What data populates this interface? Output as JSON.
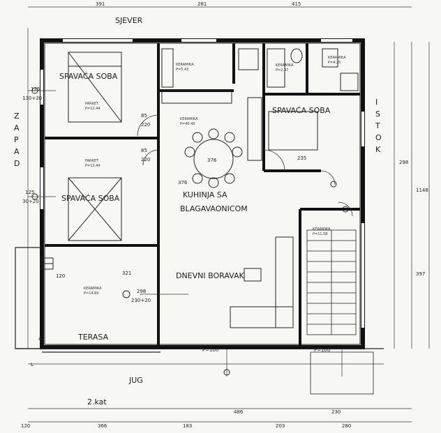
{
  "rooms": {
    "bedroom_1": "SPAVAĆA SOBA",
    "bedroom_2": "SPAVAĆA SOBA",
    "bedroom_3": "SPAVAĆA SOBA",
    "kitchen_line1": "KUHINJA SA",
    "kitchen_line2": "BLAGAVAONICOM",
    "living_room": "DNEVNI BORAVAK",
    "terrace": "TERASA"
  },
  "orientation": {
    "north": "SJEVER",
    "south": "JUG",
    "west": [
      "Z",
      "A",
      "P",
      "A",
      "D"
    ],
    "east": [
      "I",
      "S",
      "T",
      "O",
      "K"
    ]
  },
  "floor_label": "2.kat",
  "section_marker": "A",
  "section_marker_l": "L",
  "finishes": {
    "bedroom_1": {
      "material": "PARKET",
      "area": "P=12.44"
    },
    "bedroom_2": {
      "material": "PARKET",
      "area": "P=12.44"
    },
    "kitchen": {
      "material": "KERAMIKA",
      "area": "P=40.40"
    },
    "pantry": {
      "material": "KERAMIKA",
      "area": "P=5.43"
    },
    "bathroom": {
      "material": "KERAMIKA",
      "area": "P=2.87"
    },
    "wc": {
      "material": "KERAMIKA",
      "area": "P=4.25"
    },
    "hall": {
      "material": "KERAMIKA",
      "area": "P=11.08"
    },
    "terrace": {
      "material": "KERAMIKA",
      "area": "P=14.89"
    }
  },
  "dims": {
    "top": [
      "391",
      "281",
      "415"
    ],
    "west_window_1": {
      "width": "125",
      "height": "130+20"
    },
    "west_window_2": {
      "width": "125",
      "height": "30+20"
    },
    "door_1": {
      "width": "85",
      "height": "220"
    },
    "door_2": {
      "width": "85",
      "height": "220"
    },
    "table": "376",
    "kitchen_width": "376",
    "terrace_width": "321",
    "terrace_window": {
      "width": "298",
      "height": "230+20"
    },
    "bedroom_3_door": "235",
    "south_sill": "P=100",
    "south_sill_2": "P=100",
    "bottom_1": [
      "486",
      "230"
    ],
    "bottom_2": [
      "120",
      "366",
      "183",
      "203",
      "280"
    ],
    "right": [
      "1148",
      "397",
      "298"
    ],
    "left_terrace": "120"
  }
}
